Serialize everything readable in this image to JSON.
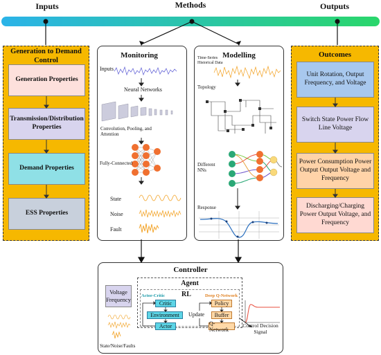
{
  "headers": {
    "inputs": "Inputs",
    "methods": "Methods",
    "outputs": "Outputs"
  },
  "left_panel": {
    "title": "Generation to Demand Control",
    "boxes": [
      "Generation Properties",
      "Transmission/Distribution Properties",
      "Demand Properties",
      "ESS Properties"
    ]
  },
  "monitoring": {
    "title": "Monitoring",
    "inputs_label": "Inputs",
    "nn_label": "Neural Networks",
    "conv_label": "Convolution, Pooling, and Attention",
    "fc_label": "Fully-Connected",
    "state_label": "State",
    "noise_label": "Noise",
    "fault_label": "Fault"
  },
  "modelling": {
    "title": "Modelling",
    "data_label": "Time-Series Historical Data",
    "topology_label": "Topology",
    "nns_label": "Different NNs",
    "response_label": "Response"
  },
  "outcomes": {
    "title": "Outcomes",
    "boxes": [
      "Unit Rotation, Output Frequency, and Voltage",
      "Switch State Power Flow Line Voltage",
      "Power Consumption Power Output Output Voltage and Frequency",
      "Discharging/Charging Power Output Voltage, and Frequency"
    ]
  },
  "controller": {
    "title": "Controller",
    "agent_title": "Agent",
    "rl_label": "RL",
    "actor_critic_label": "Actor-Critic",
    "dqn_label": "Deep Q-Network",
    "critic": "Critic",
    "environment": "Environment",
    "actor": "Actor",
    "update": "Update",
    "policy": "Policy",
    "buffer": "Buffer",
    "q_network": "Q-Network",
    "voltage_frequency": "Voltage Frequency",
    "state_noise_faults": "State/Noise/Faults",
    "control_signal": "Control Decision Signal"
  },
  "colors": {
    "timeline_start": "#2bb3e8",
    "timeline_end": "#2ad66b",
    "yellow_panel": "#f6b800",
    "pink": "#fde0dc",
    "lavender": "#d8d4ee",
    "teal": "#8fe0e6",
    "gray_blue": "#c8d0dc",
    "blue": "#a8c8ee",
    "orange_light": "#ffd3a8",
    "pink_light": "#ffd9d2"
  }
}
